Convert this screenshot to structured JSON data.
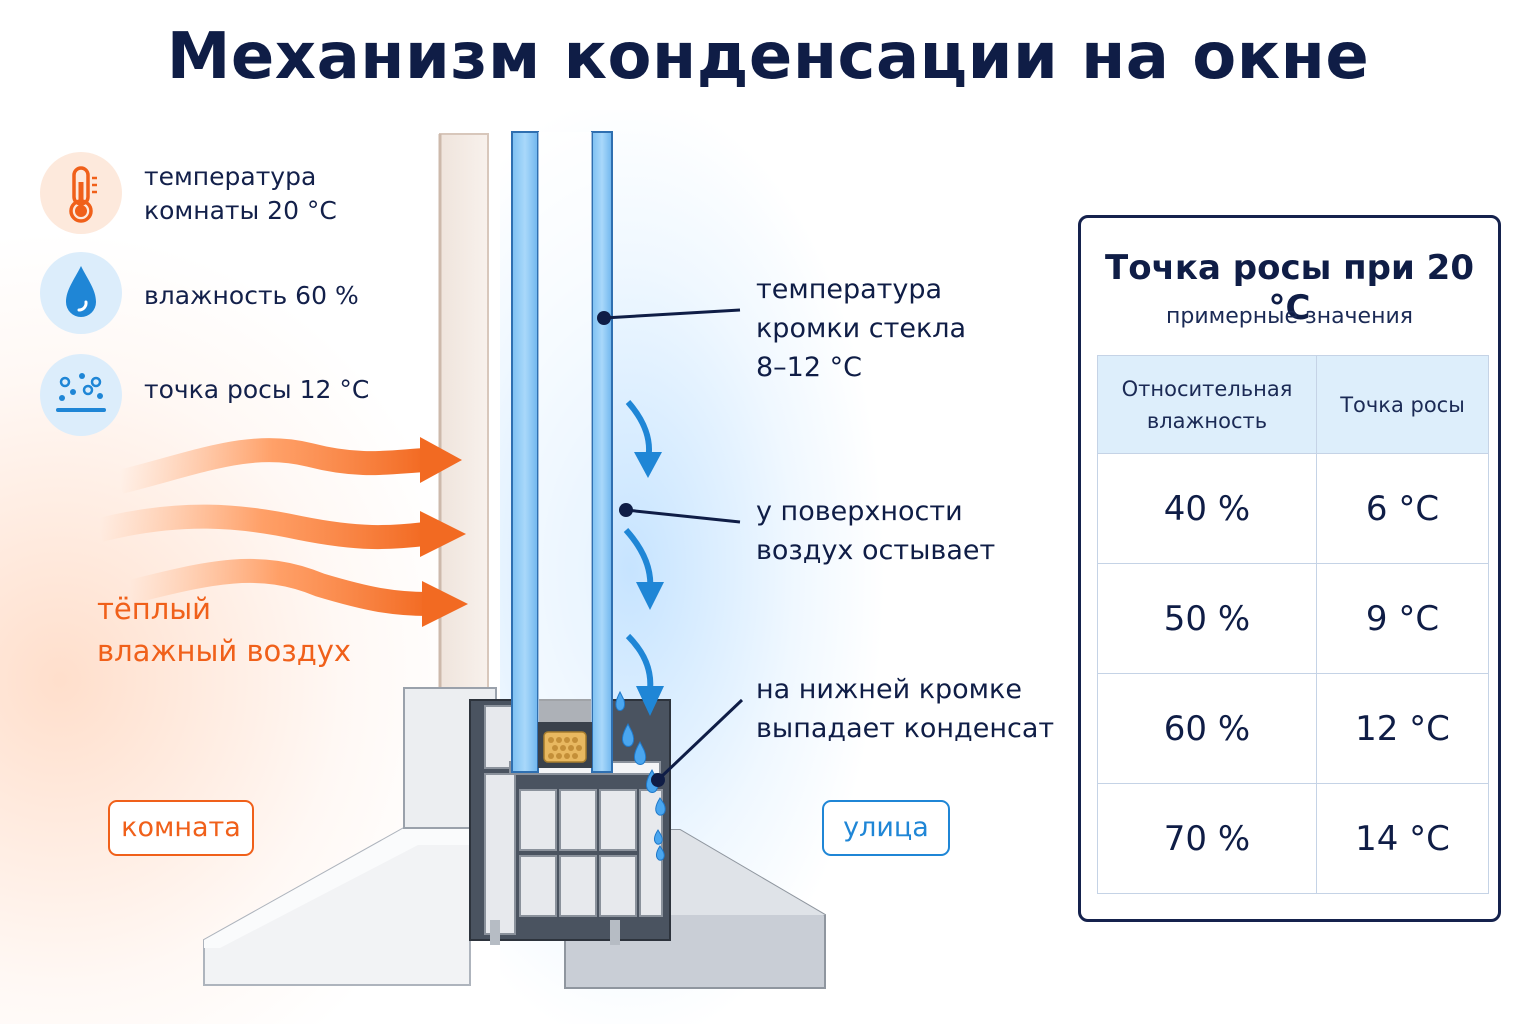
{
  "title": "Механизм конденсации на окне",
  "legend": [
    {
      "icon": "thermometer-icon",
      "line1": "температура",
      "line2": "комнаты 20 °C",
      "color": "#f0601a"
    },
    {
      "icon": "water-drop-icon",
      "line1": "влажность 60 %",
      "line2": "",
      "color": "#1f86d6"
    },
    {
      "icon": "dew-droplets-icon",
      "line1": "точка росы 12 °C",
      "line2": "",
      "color": "#1f86d6"
    }
  ],
  "warm_air": {
    "line1": "тёплый",
    "line2": "влажный воздух",
    "color": "#f0601a"
  },
  "labels": {
    "glass_temp": {
      "line1": "температура",
      "line2": "кромки стекла",
      "line3": "8–12 °C"
    },
    "air_cools": {
      "line1": "у поверхности",
      "line2": "воздух остывает"
    },
    "condensate": {
      "line1": "на нижней кромке",
      "line2": "выпадает конденсат"
    }
  },
  "tags": {
    "room": "комната",
    "street": "улица"
  },
  "colors": {
    "warm": "#f0601a",
    "cool": "#1f86d6",
    "navy": "#0f1d46"
  },
  "dew_table": {
    "title": "Точка росы при 20 °C",
    "subtitle": "примерные значения",
    "headers": {
      "humidity_line1": "Относительная",
      "humidity_line2": "влажность",
      "dew_point": "Точка росы"
    },
    "rows": [
      {
        "humidity": "40 %",
        "dew_point": "6 °C"
      },
      {
        "humidity": "50 %",
        "dew_point": "9 °C"
      },
      {
        "humidity": "60 %",
        "dew_point": "12 °C"
      },
      {
        "humidity": "70 %",
        "dew_point": "14 °C"
      }
    ]
  }
}
